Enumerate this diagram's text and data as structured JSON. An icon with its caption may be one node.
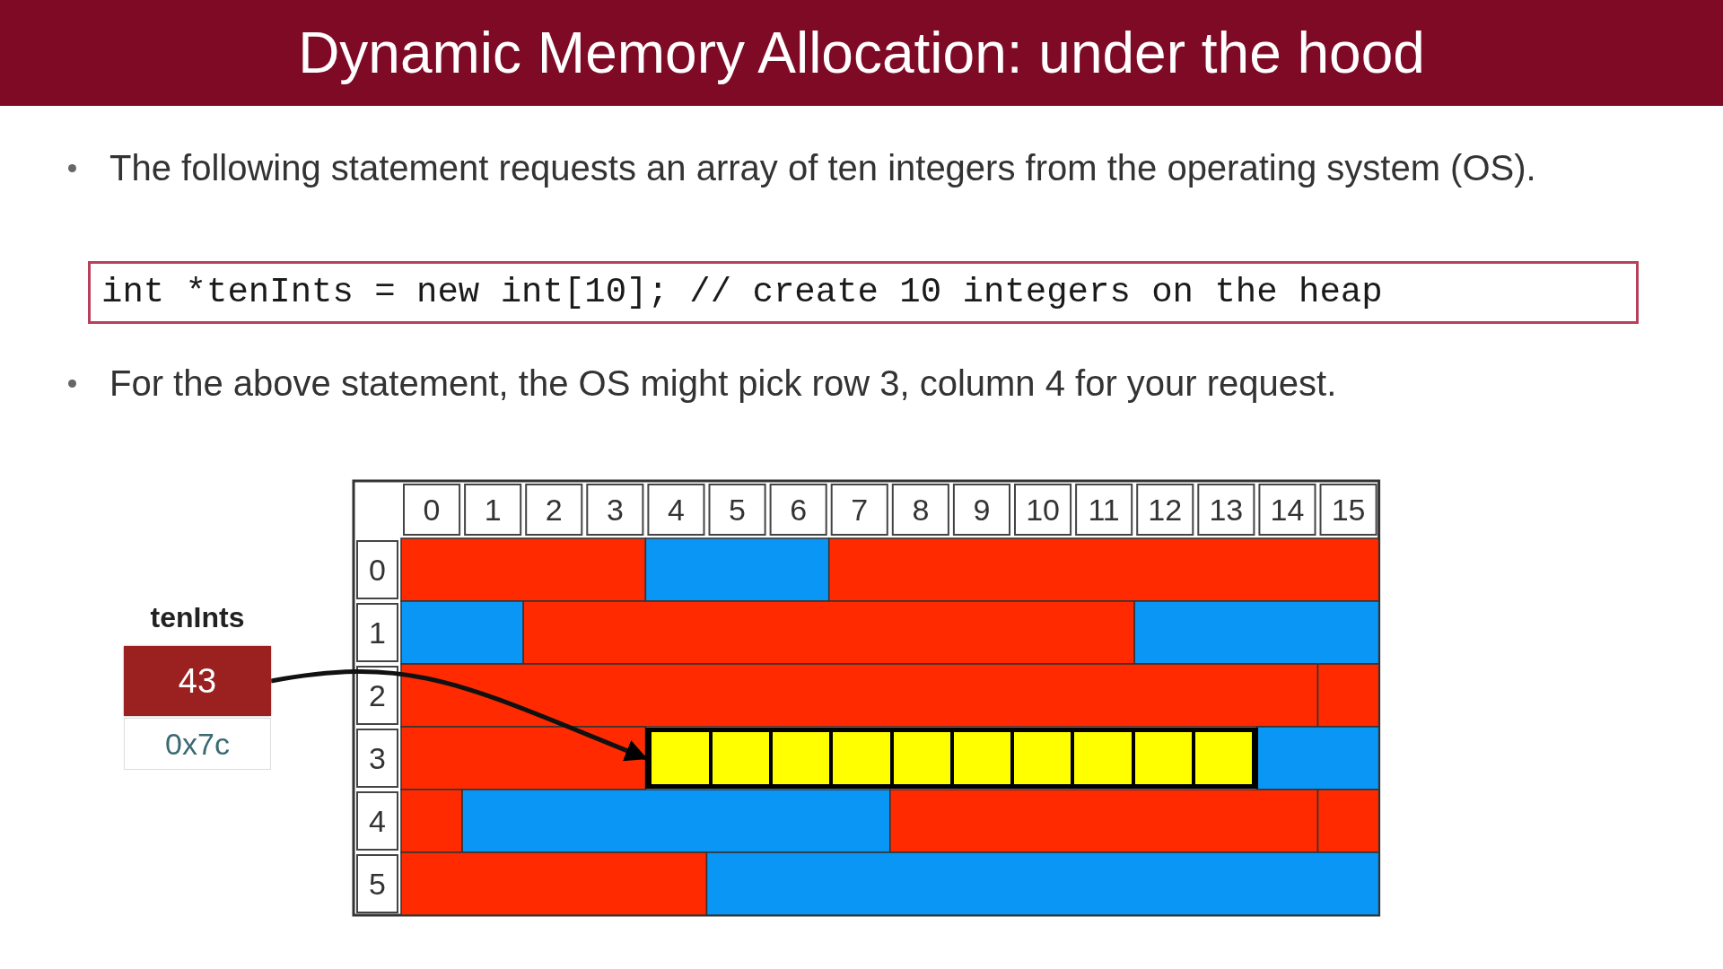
{
  "diagram": {
    "title": "Dynamic Memory Allocation: under the hood",
    "nodes": [
      {
        "text": [
          "tenInts",
          "43"
        ],
        "beside": [
          "0x7c"
        ]
      },
      {
        "text": [],
        "shape": "bar"
      }
    ],
    "edges": [
      {
        "from": 0,
        "to": 1,
        "arrow": "to"
      }
    ],
    "labels": [
      "The following statement requests an array of ten integers from the operating system (OS).",
      "int *tenInts = new int[10]; // create 10 integers on the heap",
      "For the above statement, the OS might pick row 3, column 4 for your request.",
      "0",
      "1",
      "2",
      "3",
      "4",
      "5",
      "6",
      "7",
      "8",
      "9",
      "10",
      "11",
      "12",
      "13",
      "14",
      "15",
      "0",
      "1",
      "2",
      "3",
      "4",
      "5"
    ]
  }
}
